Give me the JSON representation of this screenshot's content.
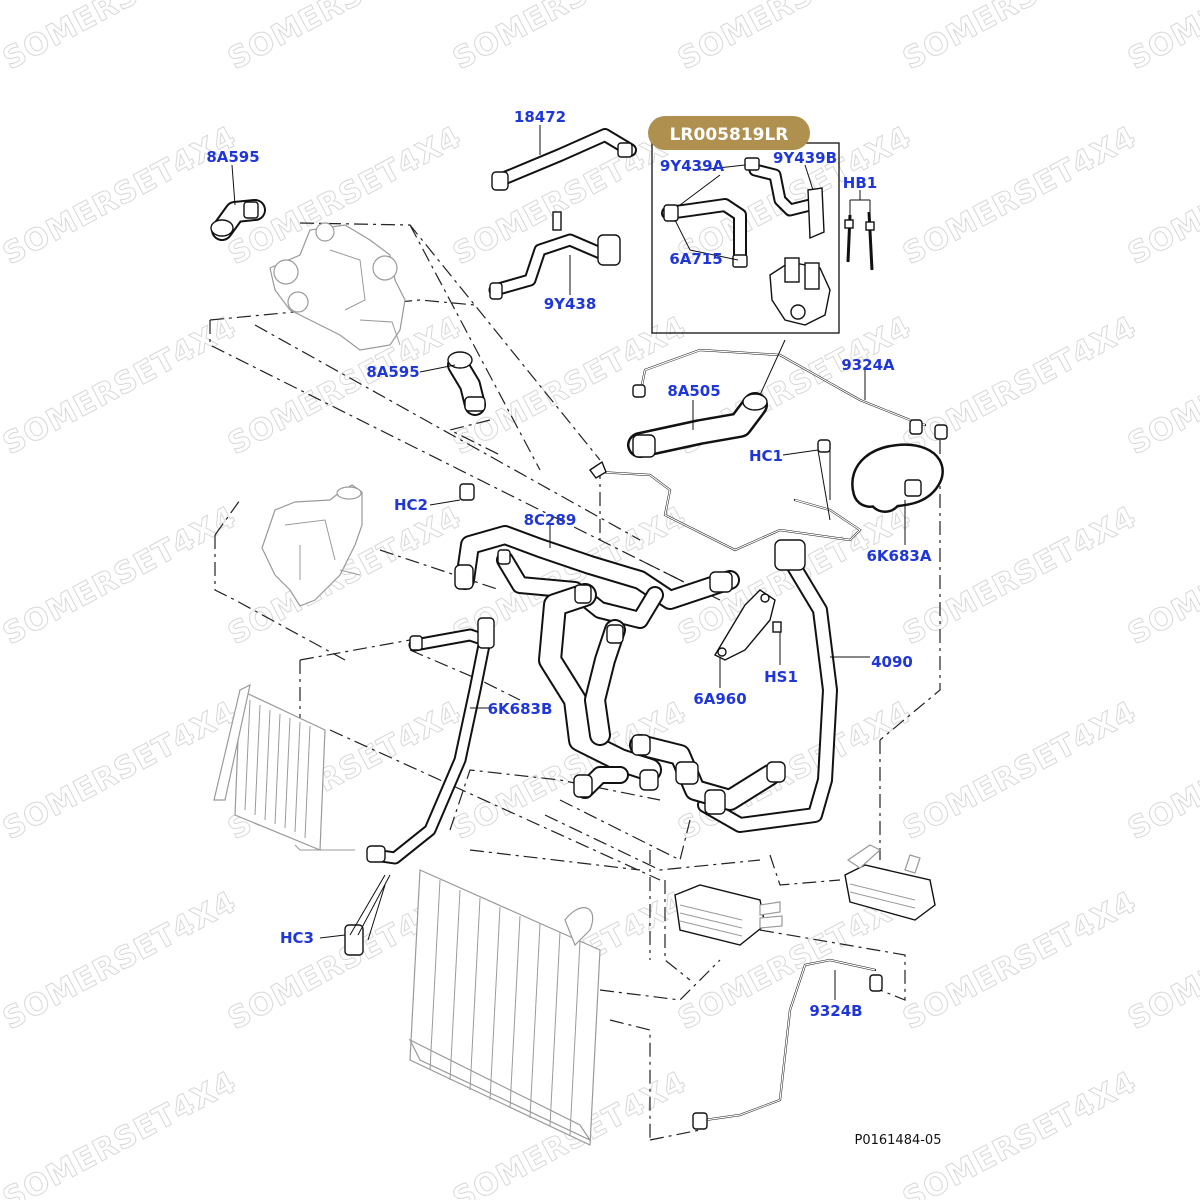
{
  "badge": {
    "text": "LR005819LR",
    "color": "#b0904f"
  },
  "figure_ref": "P0161484-05",
  "watermark": "SOMERSET4X4",
  "callout_color": "#1f36d8",
  "callouts": {
    "c18472": "18472",
    "c8A595_top": "8A595",
    "c9Y439A": "9Y439A",
    "c9Y439B": "9Y439B",
    "cHB1": "HB1",
    "c6A715": "6A715",
    "c9Y438": "9Y438",
    "c8A595_mid": "8A595",
    "c9324A": "9324A",
    "c8A505": "8A505",
    "cHC1": "HC1",
    "cHC2": "HC2",
    "c8C289": "8C289",
    "c6K683A": "6K683A",
    "cHS1": "HS1",
    "c4090": "4090",
    "c6A960": "6A960",
    "c6K683B": "6K683B",
    "cHC3": "HC3",
    "c9324B": "9324B"
  }
}
